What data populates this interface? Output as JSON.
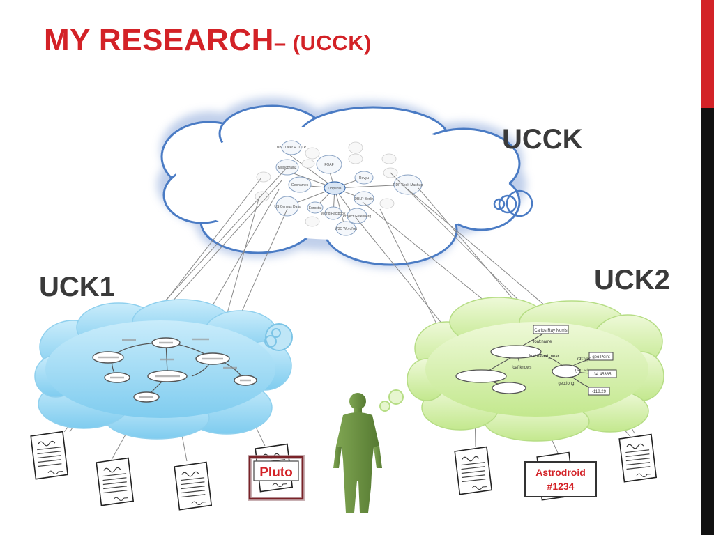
{
  "slide": {
    "title_main": "MY RESEARCH",
    "title_sub": "– (UCCK)"
  },
  "labels": {
    "ucck": "UCCK",
    "uck1": "UCK1",
    "uck2": "UCK2"
  },
  "colors": {
    "title": "#d32227",
    "accent_bar_red": "#d32227",
    "accent_bar_black": "#111111",
    "ucck_cloud_fill": "#ffffff",
    "ucck_cloud_stroke": "#4a7bc4",
    "uck1_cloud_fill": "#a9dcf5",
    "uck2_cloud_fill": "#d9f2b4",
    "person": "#6f9444",
    "tag_text": "#d32227"
  },
  "tags": {
    "pluto": "Pluto",
    "astrodroid_line1": "Astrodroid",
    "astrodroid_line2": "#1234"
  },
  "ucck_graph": {
    "center": "DBpedia",
    "nodes": [
      "BBC Later + TOTP",
      "Musicbrainz",
      "Geonames",
      "US Census Data",
      "FOAF",
      "Revyu",
      "DBLP Berlin",
      "Project Gutenberg",
      "W3C WordNet",
      "RDF Book Mashup",
      "World Factbook",
      "Eurostat"
    ]
  },
  "uck2_graph": {
    "nodes": [
      "Carlos Ray Norris"
    ],
    "edges": [
      "foaf:name",
      "foaf:based_near",
      "foaf:knows",
      "rdf:type",
      "geo:lat",
      "geo:long"
    ],
    "values": [
      "geo:Point",
      "34.45385",
      "-118.29"
    ]
  }
}
